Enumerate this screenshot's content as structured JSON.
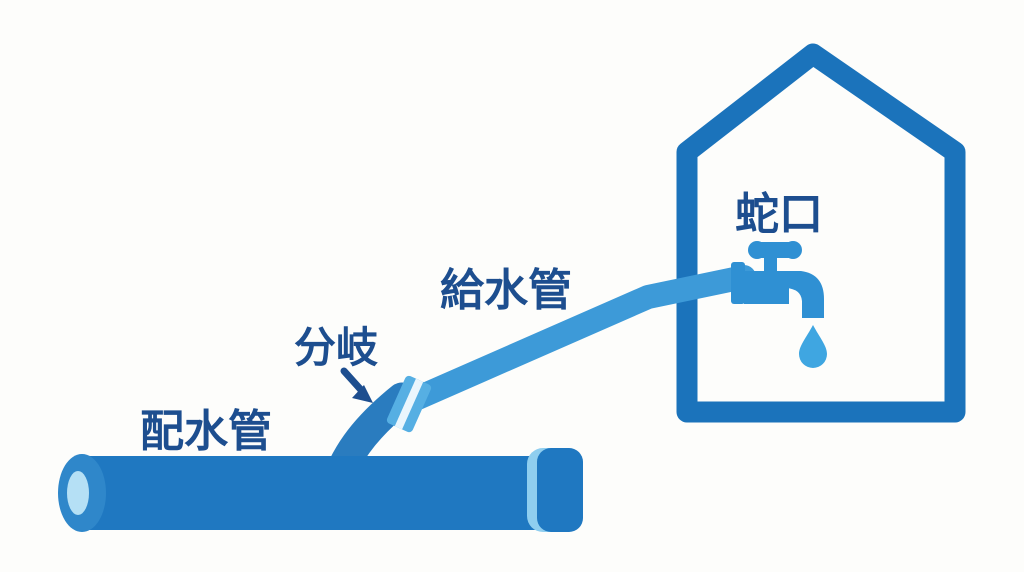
{
  "diagram": {
    "description": "Water supply system diagram (Japanese)",
    "labels": {
      "distribution_pipe": "配水管",
      "branch": "分岐",
      "supply_pipe": "給水管",
      "faucet": "蛇口"
    },
    "colors": {
      "background": "#fdfdfb",
      "label_text": "#1d4e8f",
      "arrow": "#1d4e8f",
      "house_outline": "#1b73bb",
      "main_pipe": "#1f78c1",
      "main_pipe_cap": "#2f87ca",
      "main_pipe_opening": "#b5e0f5",
      "bell_rim": "#8fceef",
      "riser_pipe": "#2a7cbf",
      "supply_pipe": "#3d9ad8",
      "collar": "#56afe3",
      "collar_stripe": "#eaf6fd",
      "faucet": "#2f90d3",
      "water_drop": "#3fa6e1"
    }
  }
}
